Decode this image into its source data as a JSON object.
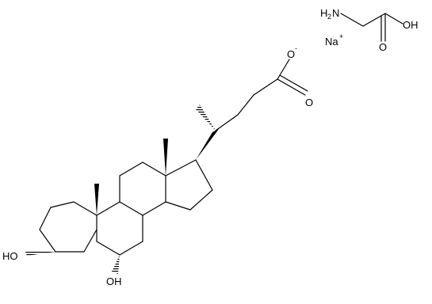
{
  "molecule": {
    "labels": {
      "ho_3": "HO",
      "oh_6": "OH",
      "carboxylate_o_minus": "O",
      "carboxylate_o_double": "O",
      "charge_minus": "-"
    }
  },
  "counter_ion": {
    "symbol": "Na",
    "charge": "+"
  },
  "glycine": {
    "amine_h": "H",
    "amine_sub": "2",
    "amine_n": "N",
    "acid_o": "O",
    "acid_oh": "OH"
  }
}
